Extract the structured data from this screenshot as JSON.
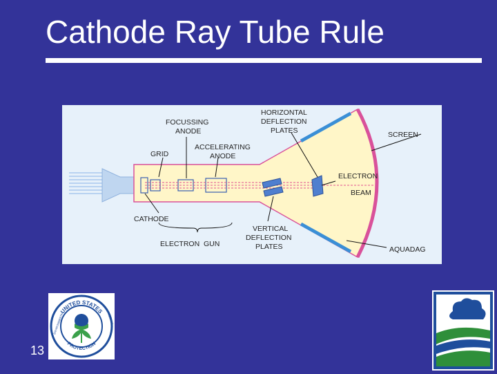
{
  "slide": {
    "title": "Cathode Ray Tube Rule",
    "page_number": "13"
  },
  "diagram": {
    "labels": {
      "focussing_1": "FOCUSSING",
      "focussing_2": "ANODE",
      "grid": "GRID",
      "accelerating_1": "ACCELERATING",
      "accelerating_2": "ANODE",
      "horizontal_1": "HORIZONTAL",
      "horizontal_2": "DEFLECTION",
      "horizontal_3": "PLATES",
      "screen": "SCREEN",
      "electron_1": "ELECTRON",
      "electron_2": "BEAM",
      "cathode": "CATHODE",
      "vertical_1": "VERTICAL",
      "vertical_2": "DEFLECTION",
      "vertical_3": "PLATES",
      "electron_gun": "ELECTRON  GUN",
      "aquadag": "AQUADAG"
    }
  },
  "epa_logo": {
    "ring_top": "UNITED STATES",
    "ring_left": "ENVIRONMENTAL",
    "ring_bottom": "PROTECTION",
    "ring_right": "AGENCY"
  },
  "colors": {
    "background": "#333399",
    "tube_fill": "#fff6c8",
    "tube_outline": "#d9519a",
    "beam": "#e0508f",
    "aquadag_coating": "#3a8fd6"
  }
}
